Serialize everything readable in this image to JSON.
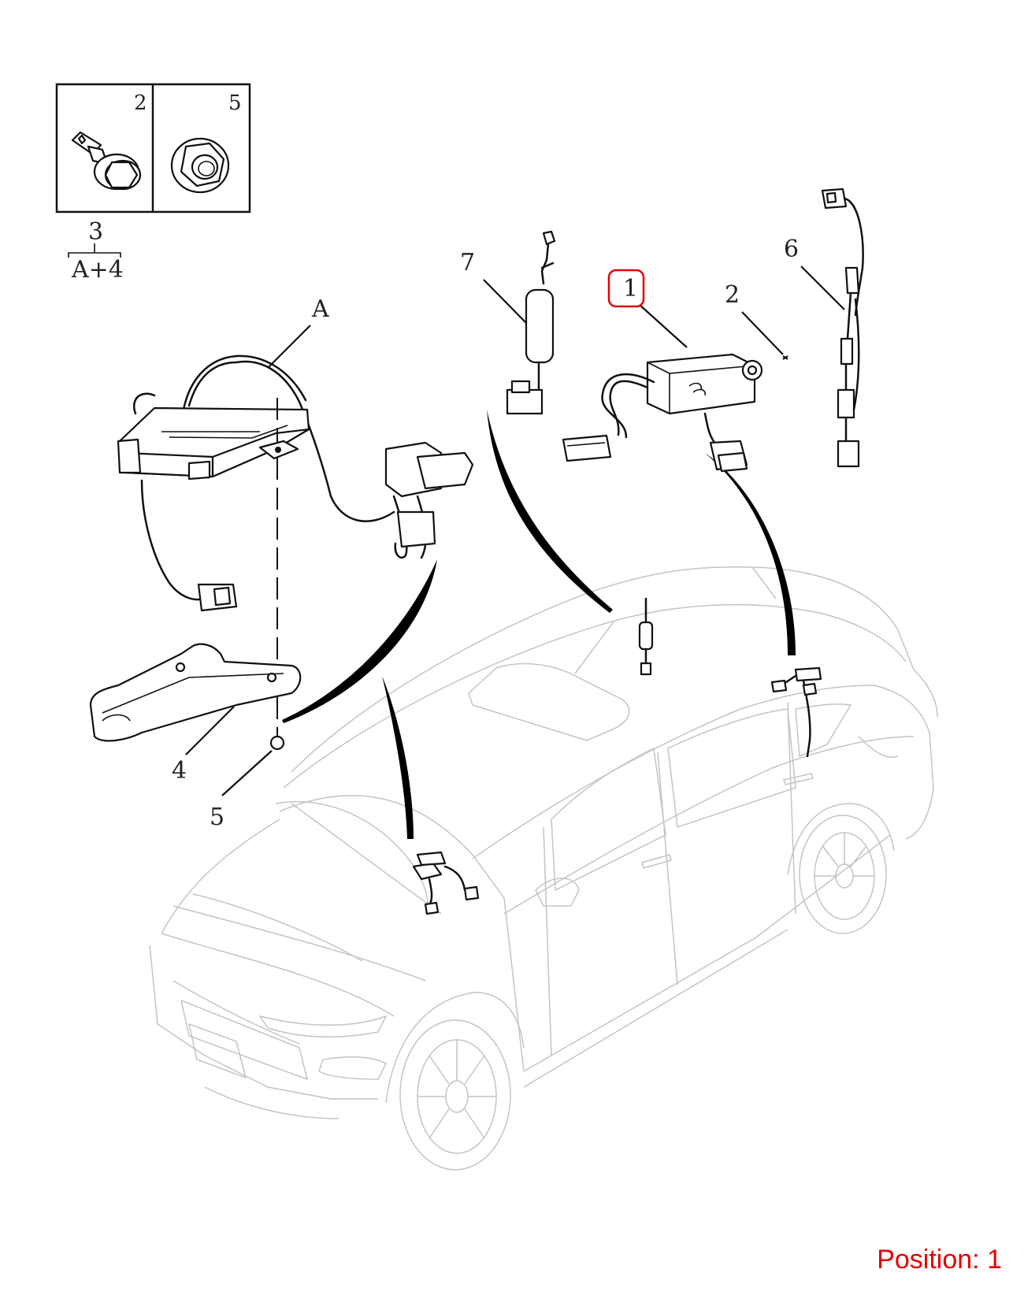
{
  "inset": {
    "left_label": "2",
    "right_label": "5",
    "kit_number": "3",
    "kit_contents": "A+4"
  },
  "callouts": {
    "A": "A",
    "item_1": "1",
    "item_2_main": "2",
    "item_4": "4",
    "item_5_main": "5",
    "item_6": "6",
    "item_7": "7"
  },
  "highlight": {
    "item": "1",
    "color": "#e60000"
  },
  "caption": {
    "prefix": "Position:",
    "value": "1",
    "color": "#e60000"
  }
}
